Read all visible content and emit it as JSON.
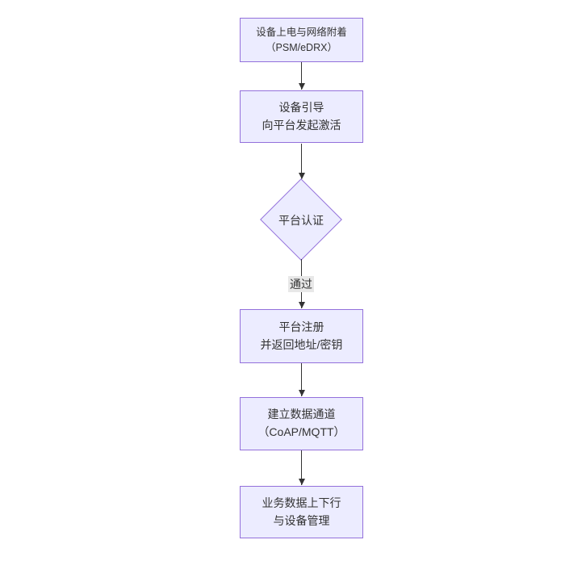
{
  "diagram": {
    "type": "flowchart",
    "direction": "top-down",
    "nodes": [
      {
        "id": "A",
        "shape": "rect",
        "lines": [
          "设备上电与网络附着",
          "（PSM/eDRX）"
        ]
      },
      {
        "id": "B",
        "shape": "rect",
        "lines": [
          "设备引导",
          "向平台发起激活"
        ]
      },
      {
        "id": "C",
        "shape": "diamond",
        "lines": [
          "平台认证"
        ]
      },
      {
        "id": "D",
        "shape": "rect",
        "lines": [
          "平台注册",
          "并返回地址/密钥"
        ]
      },
      {
        "id": "E",
        "shape": "rect",
        "lines": [
          "建立数据通道",
          "（CoAP/MQTT）"
        ]
      },
      {
        "id": "F",
        "shape": "rect",
        "lines": [
          "业务数据上下行",
          "与设备管理"
        ]
      }
    ],
    "edges": [
      {
        "from": "A",
        "to": "B",
        "label": ""
      },
      {
        "from": "B",
        "to": "C",
        "label": ""
      },
      {
        "from": "C",
        "to": "D",
        "label": "通过"
      },
      {
        "from": "D",
        "to": "E",
        "label": ""
      },
      {
        "from": "E",
        "to": "F",
        "label": ""
      }
    ],
    "colors": {
      "node_fill": "#ECECFF",
      "node_border": "#9370DB",
      "edge_line": "#333333",
      "arrowhead": "#333333",
      "text": "#333333",
      "edge_label_background": "#e8e8e8",
      "background": "#ffffff"
    }
  }
}
